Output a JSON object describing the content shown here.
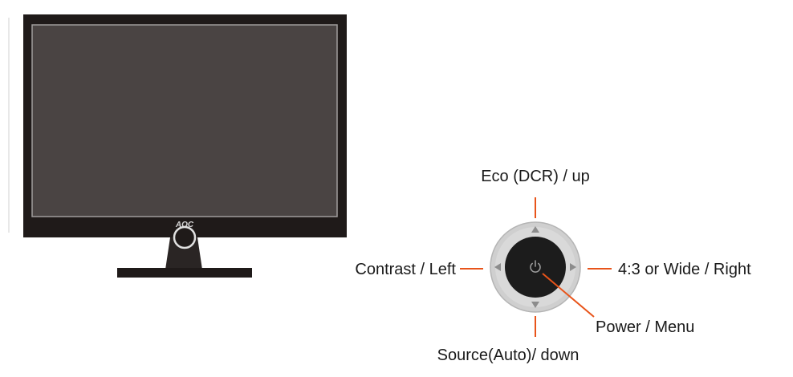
{
  "monitor": {
    "brand": "AOC",
    "colors": {
      "bezel": "#1f1a19",
      "screen": "#4a4443",
      "screen_edge": "#a09d9c",
      "stand": "#2a2524"
    }
  },
  "controls": {
    "up_label": "Eco (DCR) / up",
    "left_label": "Contrast / Left",
    "right_label": "4:3 or Wide / Right",
    "down_label": "Source(Auto)/ down",
    "center_label": "Power / Menu",
    "center_icon": "power-icon",
    "colors": {
      "callout_line": "#e8541a",
      "ring": "#c8c8c8",
      "button": "#1c1c1c"
    }
  }
}
